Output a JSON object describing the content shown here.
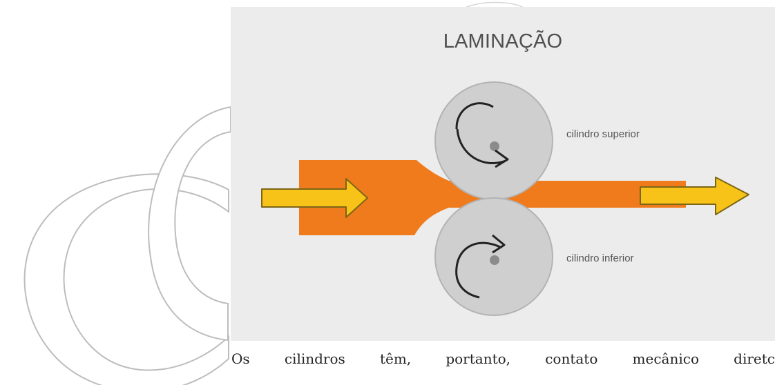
{
  "figure": {
    "title": "LAMINAÇÃO",
    "labels": {
      "top_roll": "cilindro superior",
      "bottom_roll": "cilindro inferior"
    },
    "colors": {
      "background": "#ececec",
      "roll": "#cfcfcf",
      "roll_outline": "#b3b3b3",
      "strip": "#ef7b1d",
      "arrow": "#f7c318",
      "arrow_outline": "#7c6616",
      "rotation_arrow": "#222222",
      "axle": "#8b8b8b"
    }
  },
  "document": {
    "paragraph_line_1": "Os cilindros têm, portanto, contato mecânico diretc",
    "paragraph_line_2": ""
  },
  "watermark": {
    "letters": "CO"
  }
}
